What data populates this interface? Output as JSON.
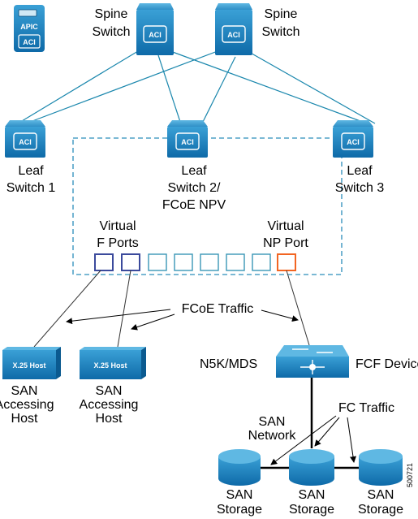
{
  "colors": {
    "accent_blue": "#1d7fb8",
    "dark_blue": "#0f5f94",
    "link_teal": "#1a87ad",
    "fport_purple": "#3b4a9c",
    "np_orange": "#f26522",
    "port_teal": "#3a96b6"
  },
  "apic": {
    "label": "APIC",
    "badge": "ACI"
  },
  "spines": [
    {
      "label1": "Spine",
      "label2": "Switch",
      "badge": "ACI"
    },
    {
      "label1": "Spine",
      "label2": "Switch",
      "badge": "ACI"
    }
  ],
  "leaves": [
    {
      "label1": "Leaf",
      "label2": "Switch 1",
      "label3": "",
      "badge": "ACI"
    },
    {
      "label1": "Leaf",
      "label2": "Switch 2/",
      "label3": "FCoE NPV",
      "badge": "ACI"
    },
    {
      "label1": "Leaf",
      "label2": "Switch 3",
      "label3": "",
      "badge": "ACI"
    }
  ],
  "virtual_f_ports": {
    "line1": "Virtual",
    "line2": "F Ports"
  },
  "virtual_np_port": {
    "line1": "Virtual",
    "line2": "NP Port"
  },
  "fcoe_traffic": "FCoE Traffic",
  "hosts": [
    {
      "box_label": "X.25 Host",
      "line1": "SAN",
      "line2": "Accessing",
      "line3": "Host"
    },
    {
      "box_label": "X.25 Host",
      "line1": "SAN",
      "line2": "Accessing",
      "line3": "Host"
    }
  ],
  "n5k_label": "N5K/MDS",
  "fcf_device": "FCF Device",
  "fc_traffic": "FC Traffic",
  "san_network": {
    "line1": "SAN",
    "line2": "Network"
  },
  "storage": [
    {
      "line1": "SAN",
      "line2": "Storage"
    },
    {
      "line1": "SAN",
      "line2": "Storage"
    },
    {
      "line1": "SAN",
      "line2": "Storage"
    }
  ],
  "figure_id": "500721"
}
